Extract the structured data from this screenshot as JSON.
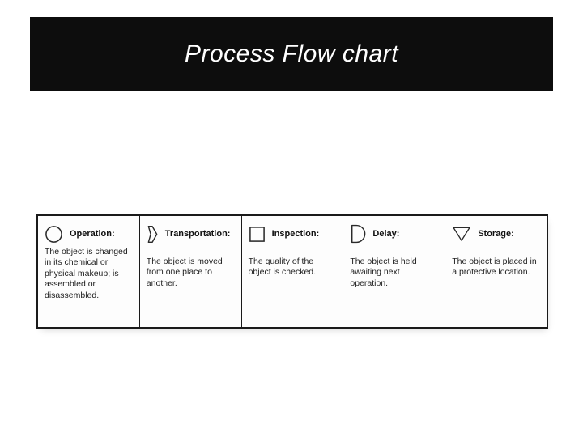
{
  "slide": {
    "title": "Process Flow chart"
  },
  "symbol_table": {
    "cells": [
      {
        "icon": "circle-icon",
        "label": "Operation:",
        "description": "The object is changed in its chemical or physical makeup; is assembled or disassembled."
      },
      {
        "icon": "arrow-right-icon",
        "label": "Transportation:",
        "description": "The object is moved from one place to another."
      },
      {
        "icon": "square-icon",
        "label": "Inspection:",
        "description": "The quality of the object is checked."
      },
      {
        "icon": "d-shape-icon",
        "label": "Delay:",
        "description": "The object is held awaiting next operation."
      },
      {
        "icon": "inverted-triangle-icon",
        "label": "Storage:",
        "description": "The object is placed in a protective location."
      }
    ]
  },
  "colors": {
    "banner_bg": "#0d0d0d",
    "title_text": "#ffffff",
    "table_border": "#1a1a1a",
    "body_text": "#222222"
  }
}
